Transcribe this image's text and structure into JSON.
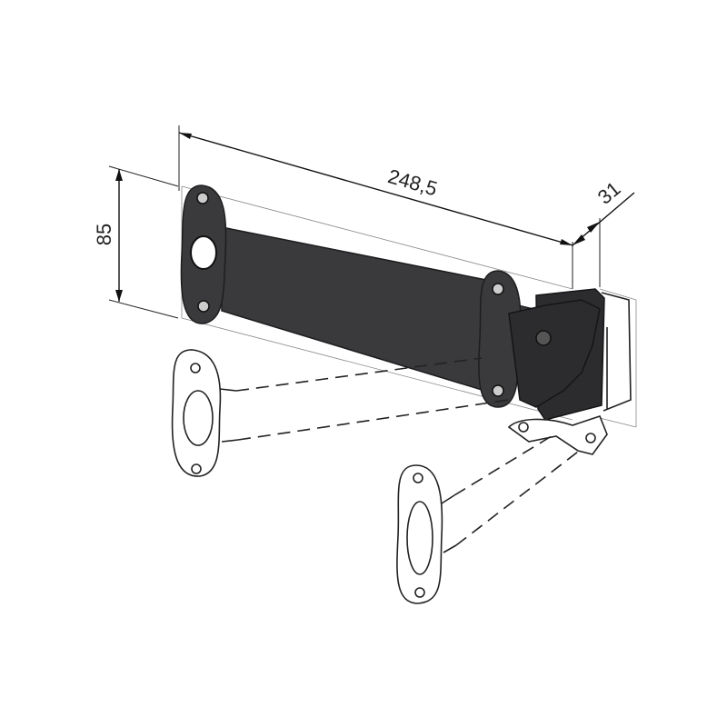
{
  "dimensions": {
    "length": "248,5",
    "height": "85",
    "depth": "31"
  },
  "colors": {
    "part": "#3a3a3c",
    "line": "#222222",
    "background": "#ffffff"
  }
}
